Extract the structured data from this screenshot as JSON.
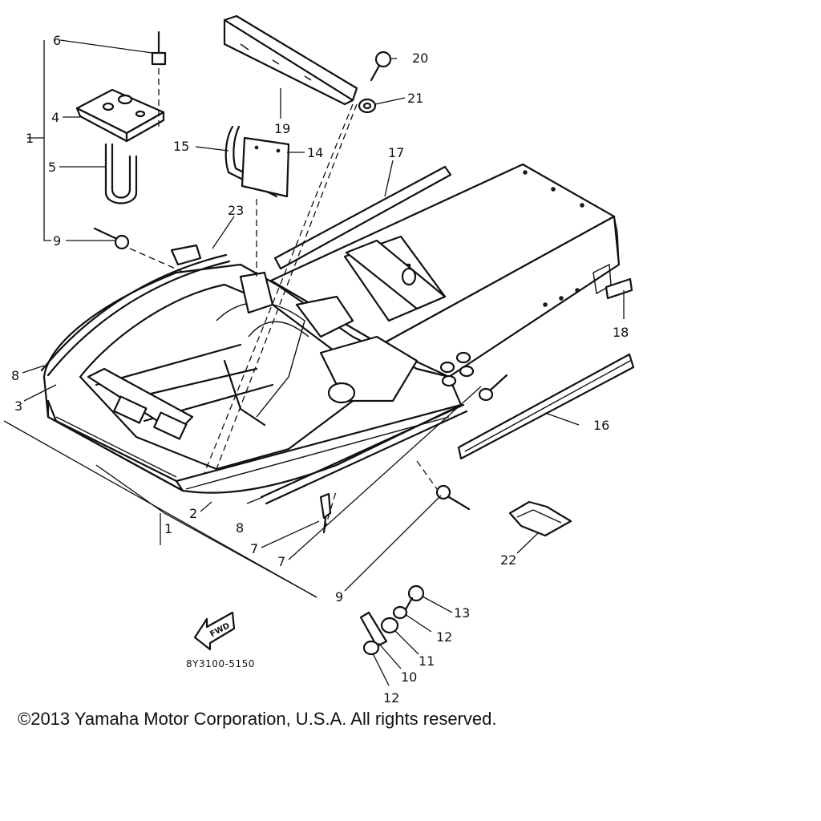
{
  "diagram": {
    "callouts": {
      "c1a": "1",
      "c1b": "1",
      "c2": "2",
      "c3": "3",
      "c4": "4",
      "c5": "5",
      "c6": "6",
      "c7a": "7",
      "c7b": "7",
      "c8a": "8",
      "c8b": "8",
      "c9a": "9",
      "c9b": "9",
      "c10": "10",
      "c11": "11",
      "c12a": "12",
      "c12b": "12",
      "c13": "13",
      "c14": "14",
      "c15": "15",
      "c16": "16",
      "c17": "17",
      "c18": "18",
      "c19": "19",
      "c20": "20",
      "c21": "21",
      "c22": "22",
      "c23": "23"
    },
    "fwd_label": "FWD",
    "diagram_code": "8Y3100-5150",
    "icons": {
      "direction": "fwd-arrow-icon"
    }
  },
  "footer": {
    "copyright": "©2013 Yamaha Motor Corporation, U.S.A. All rights reserved."
  }
}
